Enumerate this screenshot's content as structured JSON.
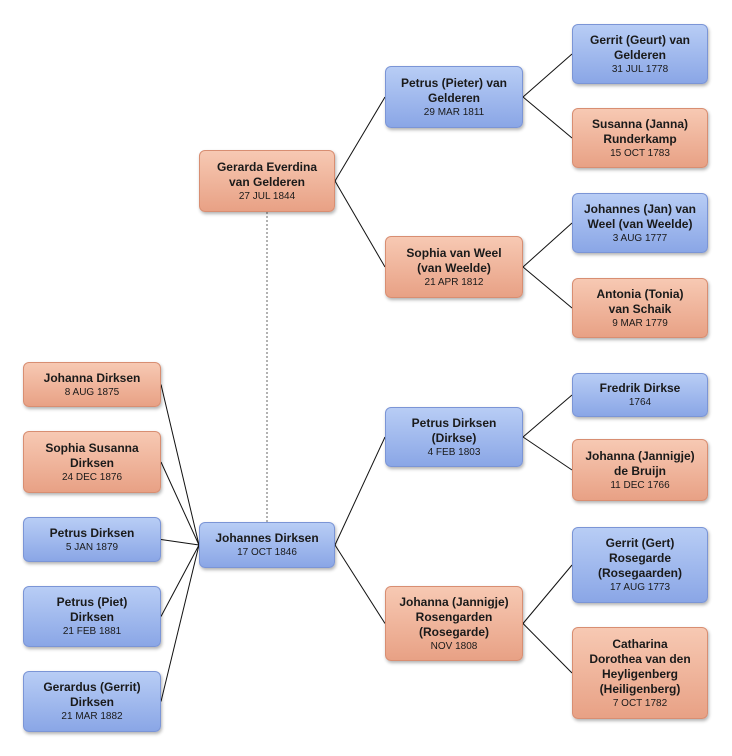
{
  "people": {
    "gerarda": {
      "name_lines": [
        "Gerarda Everdina",
        "van Gelderen"
      ],
      "date": "27 JUL 1844",
      "gender": "female"
    },
    "johannes": {
      "name_lines": [
        "Johannes Dirksen"
      ],
      "date": "17 OCT 1846",
      "gender": "male"
    },
    "petrus_vg": {
      "name_lines": [
        "Petrus (Pieter) van",
        "Gelderen"
      ],
      "date": "29 MAR 1811",
      "gender": "male"
    },
    "sophia_vw": {
      "name_lines": [
        "Sophia van Weel",
        "(van Weelde)"
      ],
      "date": "21 APR 1812",
      "gender": "female"
    },
    "gerrit_geurt": {
      "name_lines": [
        "Gerrit (Geurt) van",
        "Gelderen"
      ],
      "date": "31 JUL 1778",
      "gender": "male"
    },
    "susanna": {
      "name_lines": [
        "Susanna (Janna)",
        "Runderkamp"
      ],
      "date": "15 OCT 1783",
      "gender": "female"
    },
    "johannes_jan": {
      "name_lines": [
        "Johannes (Jan) van",
        "Weel (van Weelde)"
      ],
      "date": "3 AUG 1777",
      "gender": "male"
    },
    "antonia": {
      "name_lines": [
        "Antonia (Tonia)",
        "van Schaik"
      ],
      "date": "9 MAR 1779",
      "gender": "female"
    },
    "petrus_d": {
      "name_lines": [
        "Petrus Dirksen",
        "(Dirkse)"
      ],
      "date": "4 FEB 1803",
      "gender": "male"
    },
    "johanna_r": {
      "name_lines": [
        "Johanna (Jannigje)",
        "Rosengarden",
        "(Rosegarde)"
      ],
      "date": "NOV 1808",
      "gender": "female"
    },
    "fredrik": {
      "name_lines": [
        "Fredrik Dirkse"
      ],
      "date": "1764",
      "gender": "male"
    },
    "johanna_b": {
      "name_lines": [
        "Johanna (Jannigje)",
        "de Bruijn"
      ],
      "date": "11 DEC 1766",
      "gender": "female"
    },
    "gerrit_gert": {
      "name_lines": [
        "Gerrit (Gert)",
        "Rosegarde",
        "(Rosegaarden)"
      ],
      "date": "17 AUG 1773",
      "gender": "male"
    },
    "catharina": {
      "name_lines": [
        "Catharina",
        "Dorothea van den",
        "Heyligenberg",
        "(Heiligenberg)"
      ],
      "date": "7 OCT 1782",
      "gender": "female"
    },
    "c_johanna": {
      "name_lines": [
        "Johanna Dirksen"
      ],
      "date": "8 AUG 1875",
      "gender": "female"
    },
    "c_sophia": {
      "name_lines": [
        "Sophia Susanna",
        "Dirksen"
      ],
      "date": "24 DEC 1876",
      "gender": "female"
    },
    "c_petrus": {
      "name_lines": [
        "Petrus Dirksen"
      ],
      "date": "5 JAN 1879",
      "gender": "male"
    },
    "c_piet": {
      "name_lines": [
        "Petrus (Piet)",
        "Dirksen"
      ],
      "date": "21 FEB 1881",
      "gender": "male"
    },
    "c_gerardus": {
      "name_lines": [
        "Gerardus (Gerrit)",
        "Dirksen"
      ],
      "date": "21 MAR 1882",
      "gender": "male"
    }
  },
  "relations": {
    "parents": [
      {
        "child": "gerarda",
        "parents": [
          "petrus_vg",
          "sophia_vw"
        ]
      },
      {
        "child": "petrus_vg",
        "parents": [
          "gerrit_geurt",
          "susanna"
        ]
      },
      {
        "child": "sophia_vw",
        "parents": [
          "johannes_jan",
          "antonia"
        ]
      },
      {
        "child": "johannes",
        "parents": [
          "petrus_d",
          "johanna_r"
        ]
      },
      {
        "child": "petrus_d",
        "parents": [
          "fredrik",
          "johanna_b"
        ]
      },
      {
        "child": "johanna_r",
        "parents": [
          "gerrit_gert",
          "catharina"
        ]
      }
    ],
    "spouses": [
      [
        "gerarda",
        "johannes"
      ]
    ],
    "children_of": {
      "parent": "johannes",
      "children": [
        "c_johanna",
        "c_sophia",
        "c_petrus",
        "c_piet",
        "c_gerardus"
      ]
    }
  }
}
